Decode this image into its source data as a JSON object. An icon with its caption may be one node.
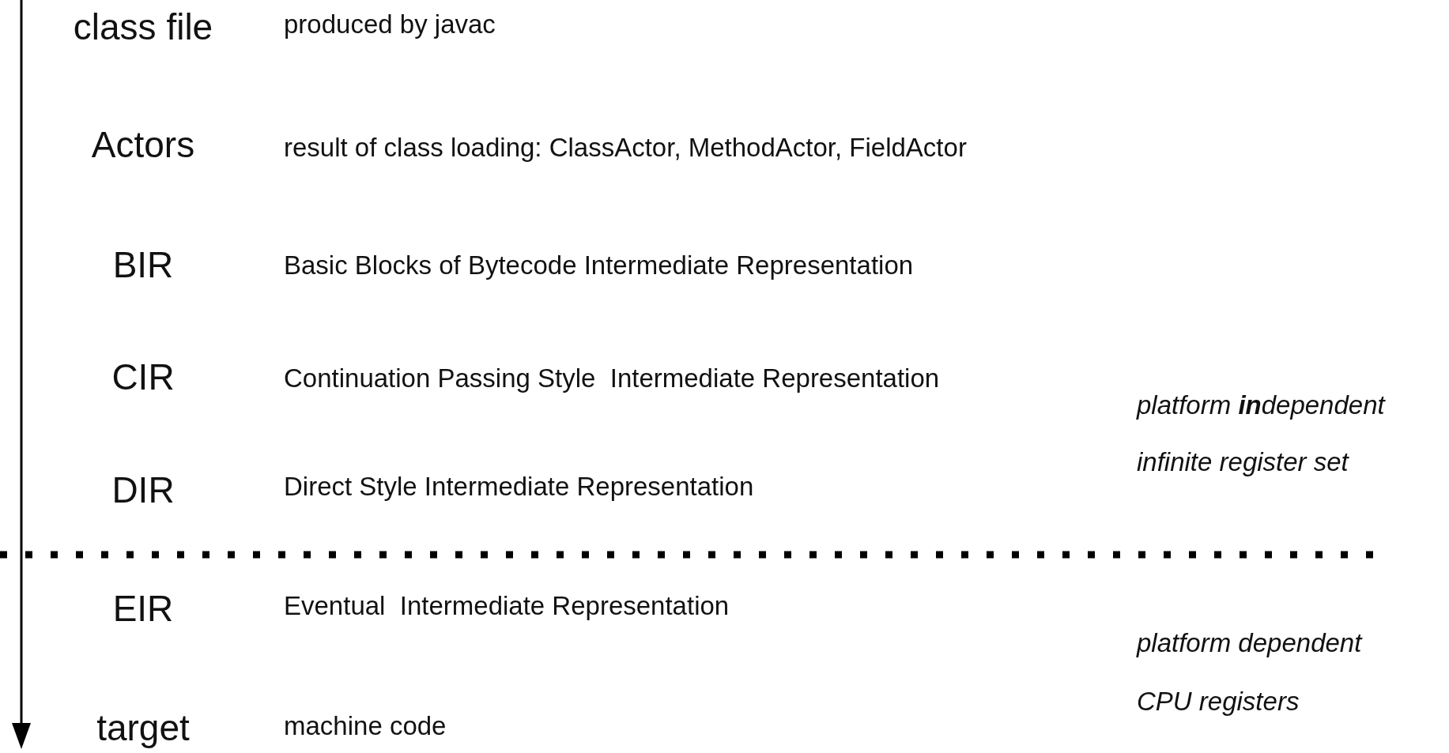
{
  "diagram": {
    "labels": [
      "class file",
      "produced by javac",
      "Actors",
      "result of class loading: ClassActor, MethodActor, FieldActor",
      "BIR",
      "Basic Blocks of Bytecode Intermediate Representation",
      "CIR",
      "Continuation Passing Style  Intermediate Representation",
      "platform **in**dependent",
      "DIR",
      "Direct Style Intermediate Representation",
      "infinite register set",
      "EIR",
      "Eventual  Intermediate Representation",
      "platform dependent",
      "target",
      "machine code",
      "CPU registers"
    ]
  }
}
